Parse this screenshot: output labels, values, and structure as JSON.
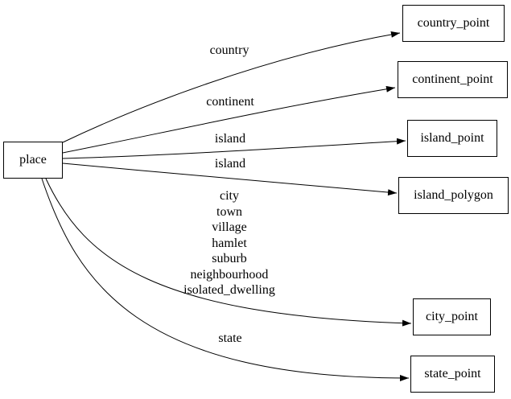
{
  "diagram": {
    "type": "directed-graph",
    "colors": {
      "background": "#ffffff",
      "node_border": "#000000",
      "edge_stroke": "#000000",
      "text": "#000000"
    },
    "nodes": {
      "place": {
        "label": "place"
      },
      "country_point": {
        "label": "country_point"
      },
      "continent_point": {
        "label": "continent_point"
      },
      "island_point": {
        "label": "island_point"
      },
      "island_polygon": {
        "label": "island_polygon"
      },
      "city_point": {
        "label": "city_point"
      },
      "state_point": {
        "label": "state_point"
      }
    },
    "edges": [
      {
        "from": "place",
        "to": "country_point",
        "label": "country"
      },
      {
        "from": "place",
        "to": "continent_point",
        "label": "continent"
      },
      {
        "from": "place",
        "to": "island_point",
        "label": "island"
      },
      {
        "from": "place",
        "to": "island_polygon",
        "label": "island"
      },
      {
        "from": "place",
        "to": "city_point",
        "label": "city\ntown\nvillage\nhamlet\nsuburb\nneighbourhood\nisolated_dwelling"
      },
      {
        "from": "place",
        "to": "state_point",
        "label": "state"
      }
    ]
  }
}
